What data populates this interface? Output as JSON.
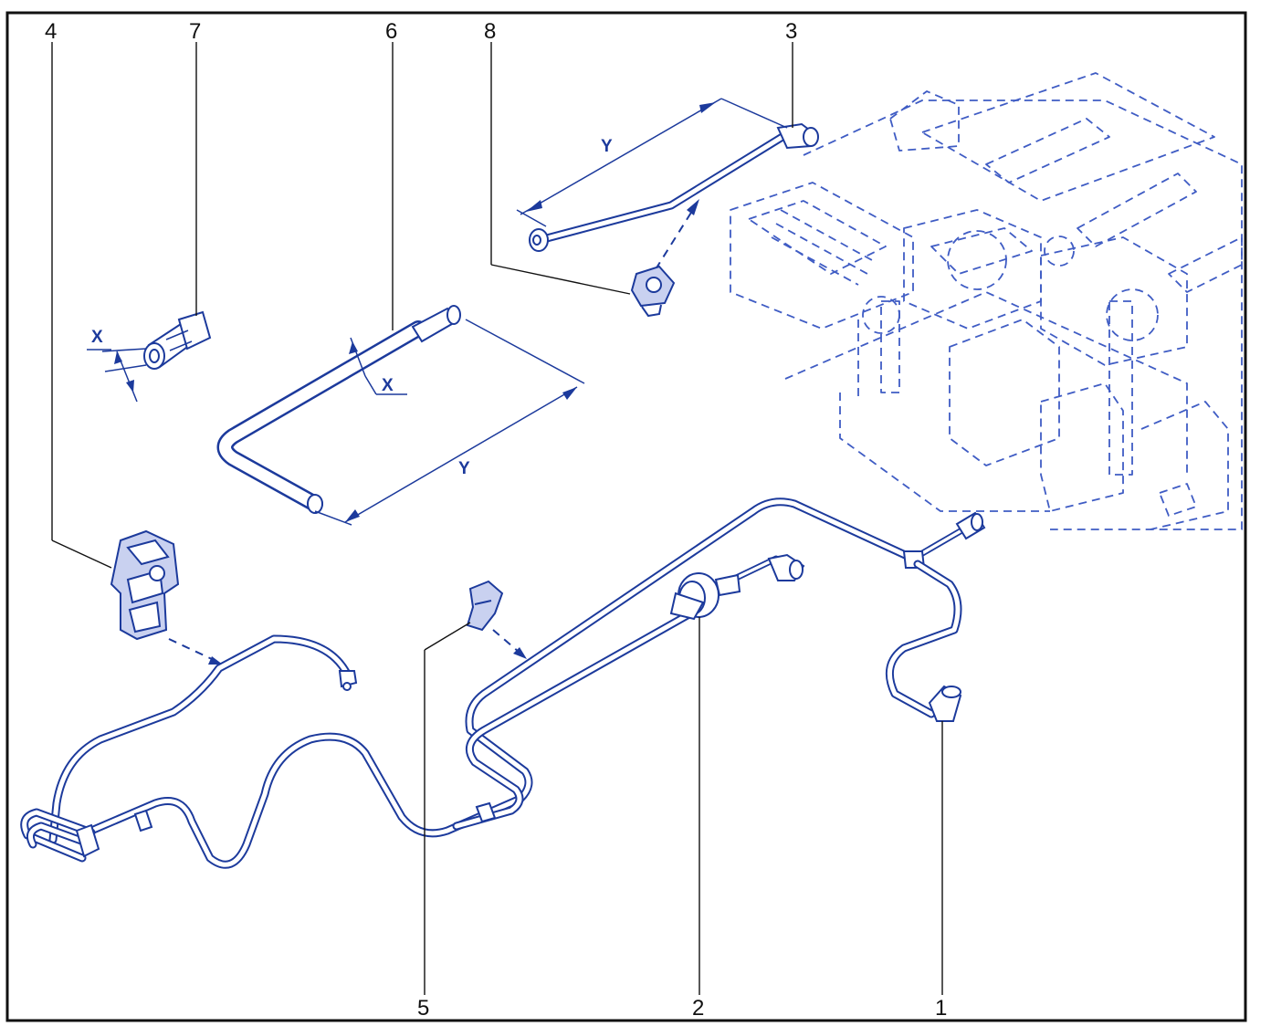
{
  "callouts": [
    {
      "id": "1",
      "label": "1"
    },
    {
      "id": "2",
      "label": "2"
    },
    {
      "id": "3",
      "label": "3"
    },
    {
      "id": "4",
      "label": "4"
    },
    {
      "id": "5",
      "label": "5"
    },
    {
      "id": "6",
      "label": "6"
    },
    {
      "id": "7",
      "label": "7"
    },
    {
      "id": "8",
      "label": "8"
    }
  ],
  "dimensions": {
    "connector_diameter": "X",
    "hose_diameter": "X",
    "hose_length": "Y",
    "pipe_length": "Y"
  },
  "colors": {
    "line_art": "#1c3a9c",
    "engine_outline": "#3f5cc4",
    "labels": "#111111"
  }
}
